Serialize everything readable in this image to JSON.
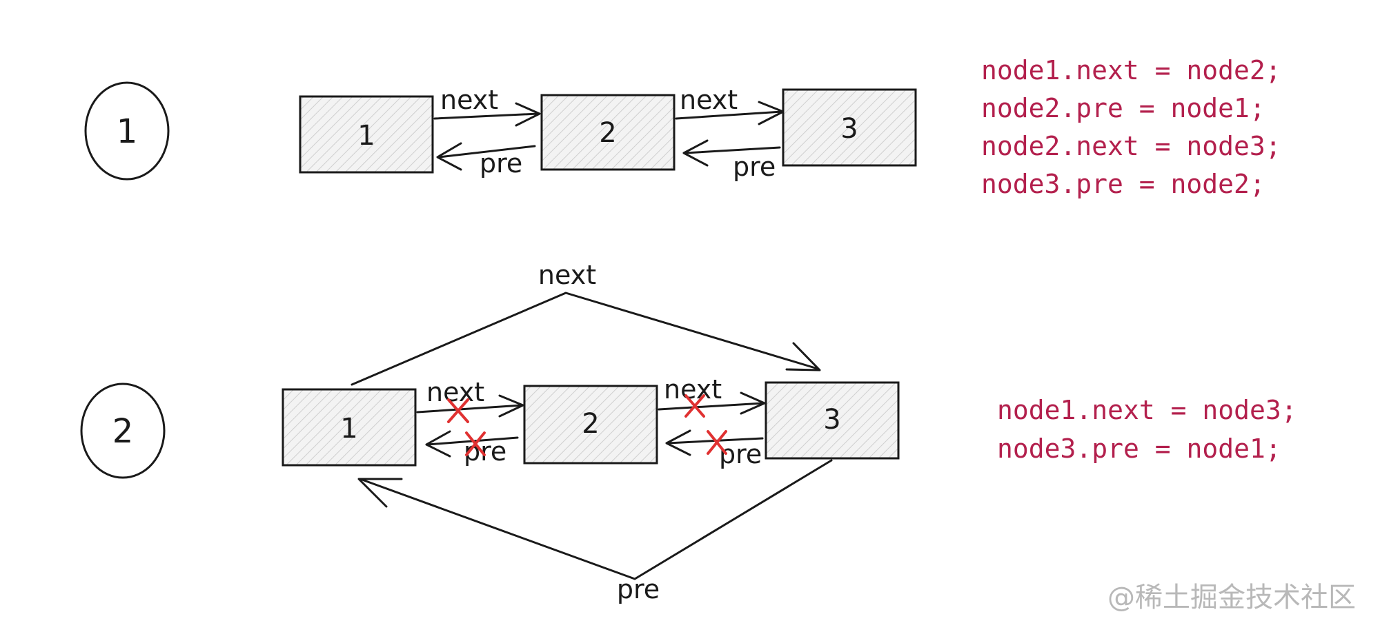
{
  "step1": {
    "circle_label": "1",
    "nodes": [
      "1",
      "2",
      "3"
    ],
    "next_label": "next",
    "pre_label": "pre",
    "code": [
      "node1.next = node2;",
      "node2.pre = node1;",
      "node2.next = node3;",
      "node3.pre = node2;"
    ]
  },
  "step2": {
    "circle_label": "2",
    "nodes": [
      "1",
      "2",
      "3"
    ],
    "next_label": "next",
    "pre_label": "pre",
    "top_next_label": "next",
    "bottom_pre_label": "pre",
    "code": [
      "node1.next = node3;",
      "node3.pre = node1;"
    ]
  },
  "watermark": "@稀土掘金技术社区",
  "colors": {
    "code": "#b3204d",
    "cross": "#e03131",
    "stroke": "#1a1a1a"
  }
}
